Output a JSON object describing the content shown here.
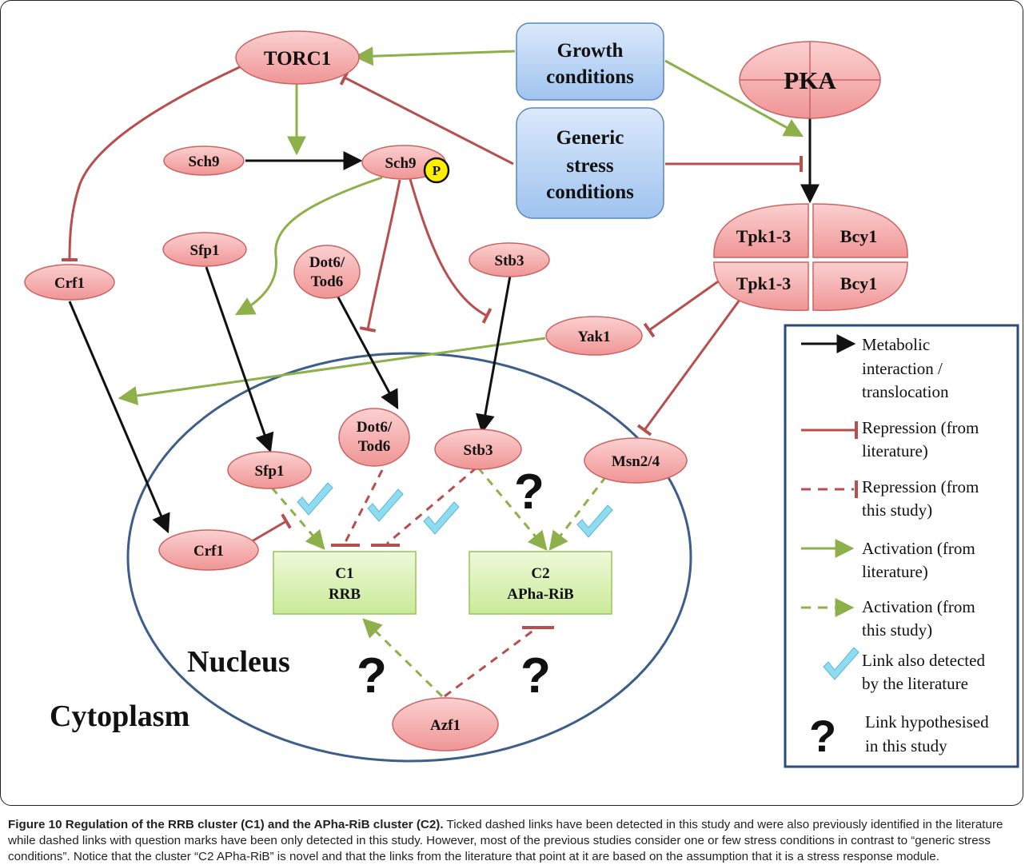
{
  "nodes": {
    "torc1": "TORC1",
    "pka": "PKA",
    "sch9": "Sch9",
    "sch9_p": "Sch9",
    "phospho": "P",
    "sfp1_cyto": "Sfp1",
    "dot6_cyto": [
      "Dot6/",
      "Tod6"
    ],
    "stb3_cyto": "Stb3",
    "crf1_cyto": "Crf1",
    "tpk1": "Tpk1-3",
    "bcy1": "Bcy1",
    "tpk2": "Tpk1-3",
    "bcy2": "Bcy1",
    "yak1": "Yak1",
    "dot6_nuc": [
      "Dot6/",
      "Tod6"
    ],
    "stb3_nuc": "Stb3",
    "sfp1_nuc": "Sfp1",
    "msn24": "Msn2/4",
    "crf1_nuc": "Crf1",
    "azf1": "Azf1"
  },
  "conditions": {
    "growth": [
      "Growth",
      "conditions"
    ],
    "stress": [
      "Generic",
      "stress",
      "conditions"
    ]
  },
  "clusters": {
    "c1": [
      "C1",
      "RRB"
    ],
    "c2": [
      "C2",
      "APha-RiB"
    ]
  },
  "regions": {
    "nucleus": "Nucleus",
    "cytoplasm": "Cytoplasm"
  },
  "legend": {
    "metabolic": [
      "Metabolic",
      "interaction /",
      "translocation"
    ],
    "repression_lit": [
      "Repression (from",
      "literature)"
    ],
    "repression_study": [
      "Repression (from",
      "this study)"
    ],
    "activation_lit": [
      "Activation (from",
      "literature)"
    ],
    "activation_study": [
      "Activation (from",
      "this study)"
    ],
    "tick": [
      "Link also detected",
      "by the literature"
    ],
    "question": [
      "Link hypothesised",
      "in this study"
    ]
  },
  "question_mark": "?",
  "caption": {
    "title": "Figure 10 Regulation of the RRB cluster (C1) and the APha-RiB cluster (C2).",
    "body": " Ticked dashed links have been detected in this study and were also previously identified in the literature while dashed links with question marks have been only detected in this study. However, most of the previous studies consider one or few stress conditions in contrast to “generic stress conditions”. Notice that the cluster “C2 APha-RiB” is novel and that the links from the literature that point at it are based on the assumption that it is a stress response module."
  },
  "colors": {
    "node_fill": "#f4a6a6",
    "node_stroke": "#c96464",
    "box_fill": "#b9d4f3",
    "cluster_fill": "#d6f0b0",
    "metabolic": "#111111",
    "repression": "#b84e4e",
    "activation": "#8db04a",
    "tick": "#8fdcf0",
    "phospho_fill": "#ffee00",
    "legend_border": "#2c4a80",
    "nucleus_border": "#3d5d8a"
  }
}
